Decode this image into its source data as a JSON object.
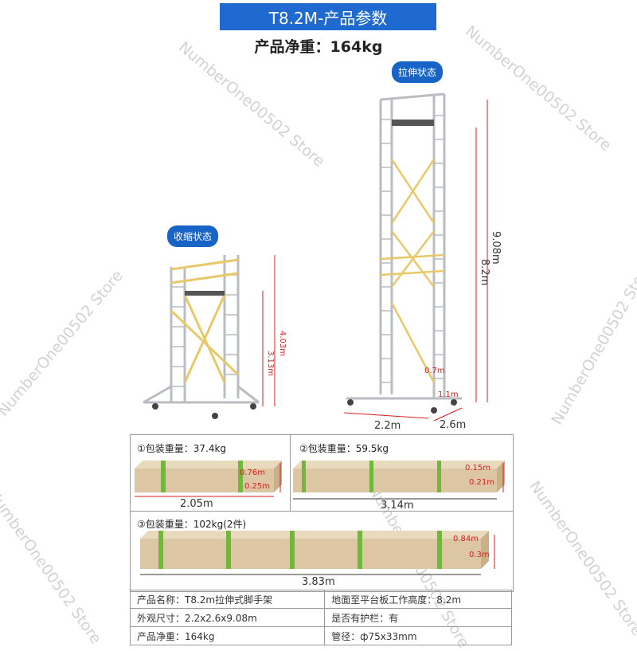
{
  "header": {
    "title": "T8.2M-产品参数",
    "net_weight": "产品净重：164kg"
  },
  "watermark": "NumberOne00502 Store",
  "states": {
    "collapsed": "收缩状态",
    "extended": "拉伸状态"
  },
  "collapsed_dims": {
    "total_height": "4.03m",
    "platform_height": "3.13m"
  },
  "extended_dims": {
    "total_height": "9.08m",
    "platform_height": "8.2m",
    "width": "2.2m",
    "depth": "2.6m",
    "small_a": "0.7m",
    "small_b": "1.1m"
  },
  "packages": [
    {
      "label": "①包装重量：37.4kg",
      "length": "2.05m",
      "width": "0.76m",
      "height": "0.25m"
    },
    {
      "label": "②包装重量：59.5kg",
      "length": "3.14m",
      "width": "0.15m",
      "height": "0.21m"
    },
    {
      "label": "③包装重量：102kg(2件)",
      "length": "3.83m",
      "width": "0.84m",
      "height": "0.3m"
    }
  ],
  "specs": [
    [
      "产品名称：T8.2m拉伸式脚手架",
      "地面至平台板工作高度：8.2m"
    ],
    [
      "外观尺寸：2.2x2.6x9.08m",
      "是否有护栏：有"
    ],
    [
      "产品净重：164kg",
      "管径：ф75x33mm"
    ]
  ],
  "colors": {
    "banner": "#1f6ad0",
    "badge": "#1764c6",
    "dimension_red": "#d81e1e",
    "box": "#dcc6a4",
    "strap": "#6fb83a",
    "brace": "#e8c96a"
  }
}
